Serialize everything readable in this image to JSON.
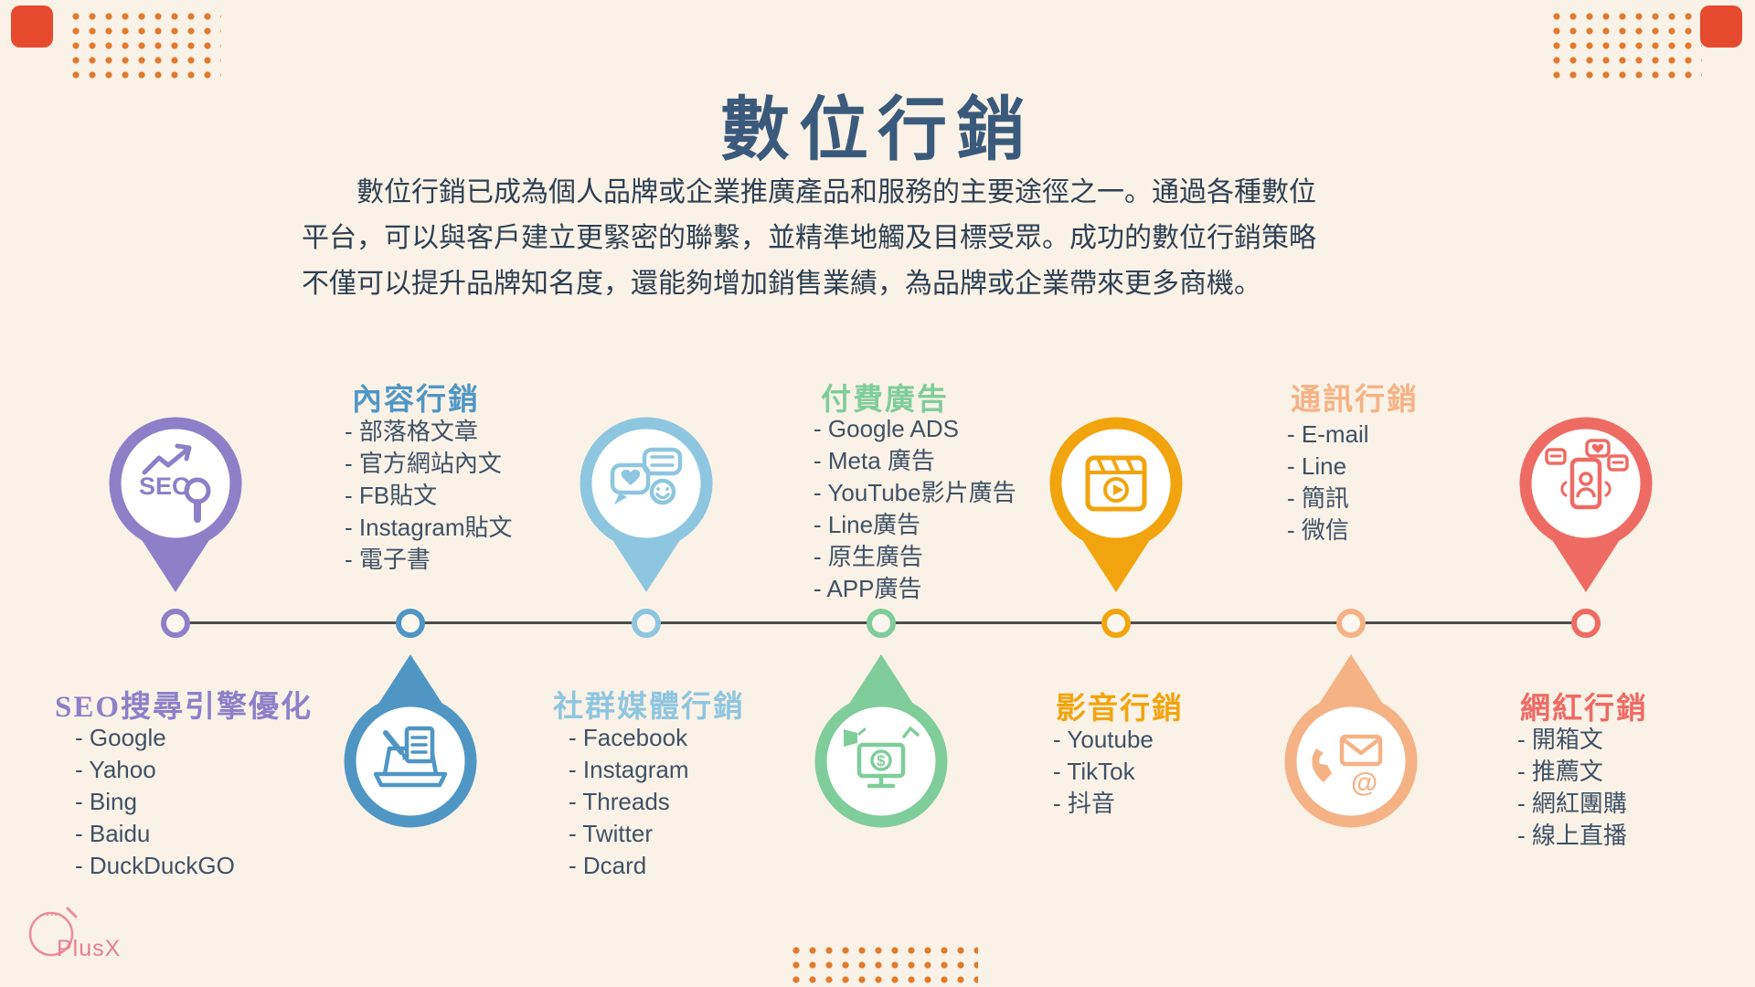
{
  "page": {
    "title": "數位行銷",
    "intro_lines": [
      "數位行銷已成為個人品牌或企業推廣產品和服務的主要途徑之一。通過各種數位",
      "平台，可以與客戶建立更緊密的聯繫，並精準地觸及目標受眾。成功的數位行銷策略",
      "不僅可以提升品牌知名度，還能夠增加銷售業績，為品牌或企業帶來更多商機。"
    ],
    "background_color": "#fbf2e7",
    "title_color": "#3a5a7c",
    "dot_color": "#e07a2e",
    "corner_square_color": "#e64a2e",
    "timeline_line_color": "#4d4d4d"
  },
  "logo": {
    "dots": "...",
    "text": "PlusX",
    "color": "#e87f8e"
  },
  "timeline": {
    "items": [
      {
        "id": "seo",
        "title": "SEO搜尋引擎優化",
        "color": "#8d80c8",
        "icon": "seo-magnifier-icon",
        "items": [
          "- Google",
          "- Yahoo",
          "- Bing",
          "- Baidu",
          "- DuckDuckGO"
        ]
      },
      {
        "id": "content",
        "title": "內容行銷",
        "color": "#4f96c5",
        "icon": "laptop-writing-icon",
        "items": [
          "- 部落格文章",
          "- 官方網站內文",
          "- FB貼文",
          "- Instagram貼文",
          "- 電子書"
        ]
      },
      {
        "id": "social",
        "title": "社群媒體行銷",
        "color": "#8ec6e0",
        "icon": "chat-bubbles-icon",
        "items": [
          "- Facebook",
          "- Instagram",
          "- Threads",
          "- Twitter",
          "- Dcard"
        ]
      },
      {
        "id": "paid",
        "title": "付費廣告",
        "color": "#7fcd9a",
        "icon": "ads-monitor-icon",
        "items": [
          "- Google ADS",
          "- Meta 廣告",
          "- YouTube影片廣告",
          "- Line廣告",
          "- 原生廣告",
          "- APP廣告"
        ]
      },
      {
        "id": "video",
        "title": "影音行銷",
        "color": "#f2a40e",
        "icon": "clapperboard-icon",
        "items": [
          "- Youtube",
          "- TikTok",
          "- 抖音"
        ]
      },
      {
        "id": "messaging",
        "title": "通訊行銷",
        "color": "#f5b285",
        "icon": "phone-mail-icon",
        "items": [
          "- E-mail",
          "- Line",
          "- 簡訊",
          "- 微信"
        ]
      },
      {
        "id": "influencer",
        "title": "網紅行銷",
        "color": "#ee6b64",
        "icon": "influencer-phone-icon",
        "items": [
          "- 開箱文",
          "- 推薦文",
          "- 網紅團購",
          "- 線上直播"
        ]
      }
    ]
  }
}
